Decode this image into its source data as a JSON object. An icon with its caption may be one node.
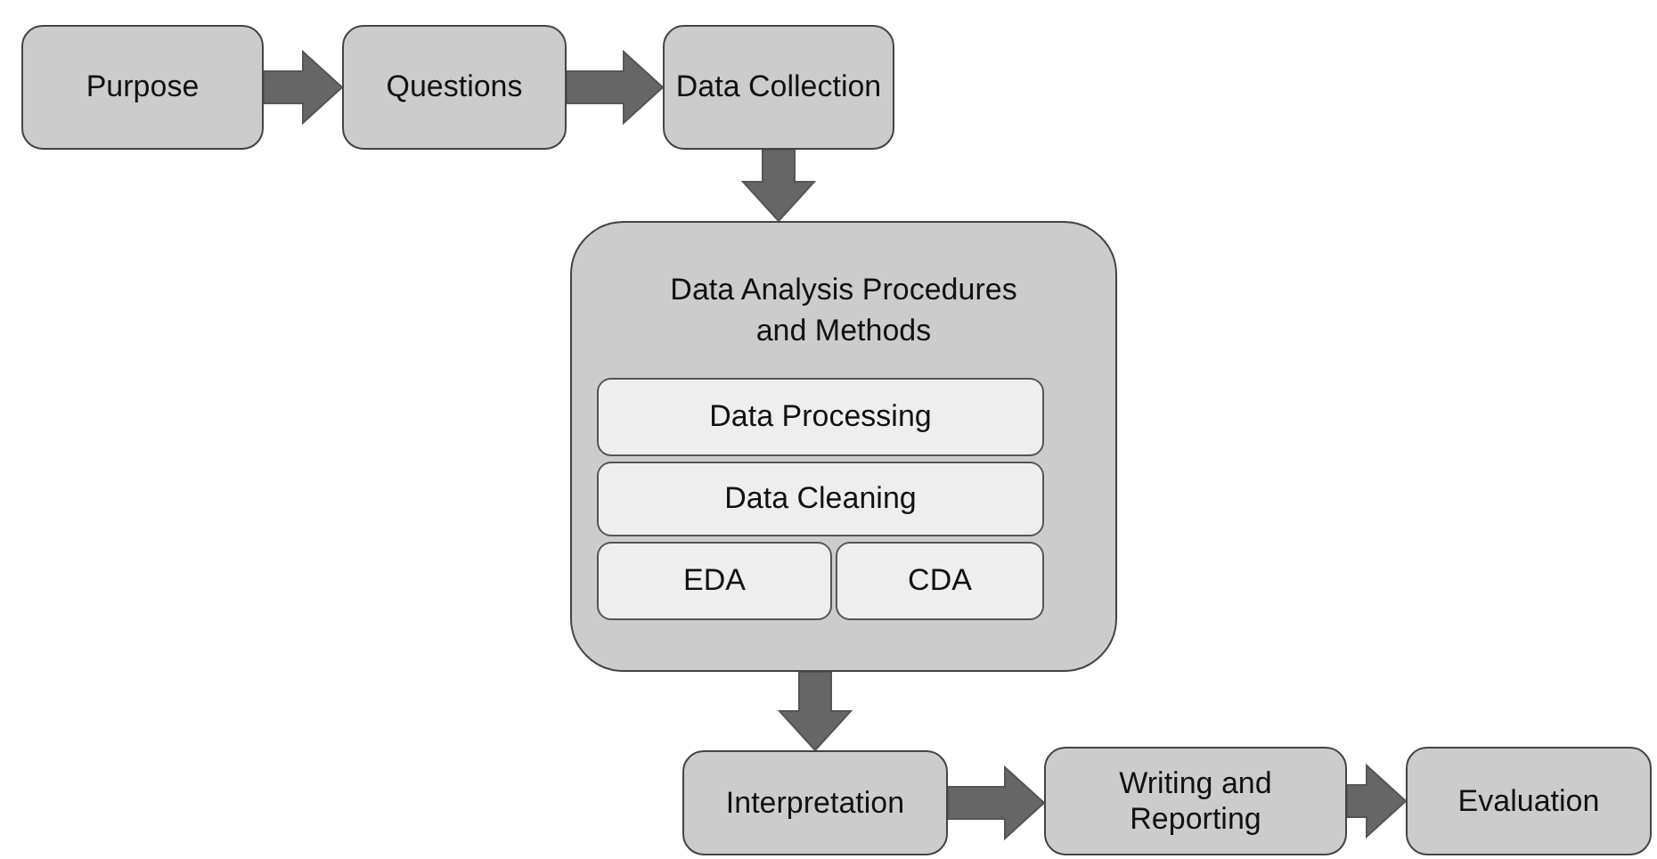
{
  "diagram": {
    "nodes": [
      {
        "text": [
          "Purpose"
        ]
      },
      {
        "text": [
          "Questions"
        ]
      },
      {
        "text": [
          "Data Collection"
        ]
      },
      {
        "text": [
          "Data Analysis Procedures and Methods"
        ]
      },
      {
        "text": [
          "Data Processing"
        ],
        "in": 3
      },
      {
        "text": [
          "Data Cleaning"
        ],
        "in": 3
      },
      {
        "text": [
          "EDA"
        ],
        "in": 3
      },
      {
        "text": [
          "CDA"
        ],
        "in": 3
      },
      {
        "text": [
          "Interpretation"
        ]
      },
      {
        "text": [
          "Writing and Reporting"
        ]
      },
      {
        "text": [
          "Evaluation"
        ]
      }
    ],
    "edges": [
      {
        "from": 0,
        "to": 1,
        "arrow": "to"
      },
      {
        "from": 1,
        "to": 2,
        "arrow": "to"
      },
      {
        "from": 2,
        "to": 3,
        "arrow": "to"
      },
      {
        "from": 3,
        "to": 8,
        "arrow": "to"
      },
      {
        "from": 8,
        "to": 9,
        "arrow": "to"
      },
      {
        "from": 9,
        "to": 10,
        "arrow": "to"
      }
    ]
  }
}
